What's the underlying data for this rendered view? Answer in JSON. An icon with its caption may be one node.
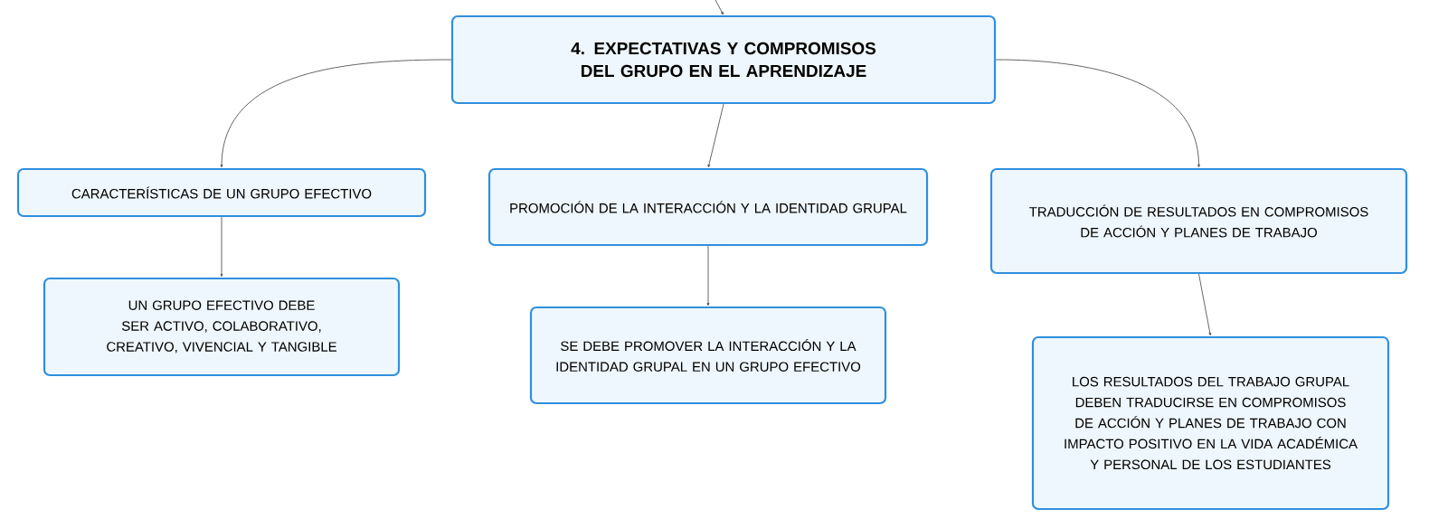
{
  "diagram": {
    "nodes": [
      {
        "text": [
          "4. EXPECTATIVAS Y COMPROMISOS DEL GRUPO EN EL APRENDIZAJE"
        ]
      },
      {
        "text": [
          "CARACTERÍSTICAS DE UN GRUPO EFECTIVO"
        ]
      },
      {
        "text": [
          "PROMOCIÓN DE LA INTERACCIÓN Y LA IDENTIDAD GRUPAL"
        ]
      },
      {
        "text": [
          "TRADUCCIÓN DE RESULTADOS EN COMPROMISOS DE ACCIÓN Y PLANES DE TRABAJO"
        ]
      },
      {
        "text": [
          "UN GRUPO EFECTIVO DEBE SER ACTIVO, COLABORATIVO, CREATIVO, VIVENCIAL Y TANGIBLE"
        ]
      },
      {
        "text": [
          "SE DEBE PROMOVER LA INTERACCIÓN Y LA IDENTIDAD GRUPAL EN UN GRUPO EFECTIVO"
        ]
      },
      {
        "text": [
          "LOS RESULTADOS DEL TRABAJO GRUPAL DEBEN TRADUCIRSE EN COMPROMISOS DE ACCIÓN Y PLANES DE TRABAJO CON IMPACTO POSITIVO EN LA VIDA ACADÉMICA Y PERSONAL DE LOS ESTUDIANTES"
        ]
      }
    ],
    "edges": [
      {
        "from": null,
        "to": 0,
        "arrow": "to"
      },
      {
        "from": 0,
        "to": 1,
        "arrow": "to"
      },
      {
        "from": 0,
        "to": 2,
        "arrow": "to"
      },
      {
        "from": 0,
        "to": 3,
        "arrow": "to"
      },
      {
        "from": 1,
        "to": 4,
        "arrow": "to"
      },
      {
        "from": 2,
        "to": 5,
        "arrow": "to"
      },
      {
        "from": 3,
        "to": 6,
        "arrow": "to"
      }
    ]
  }
}
